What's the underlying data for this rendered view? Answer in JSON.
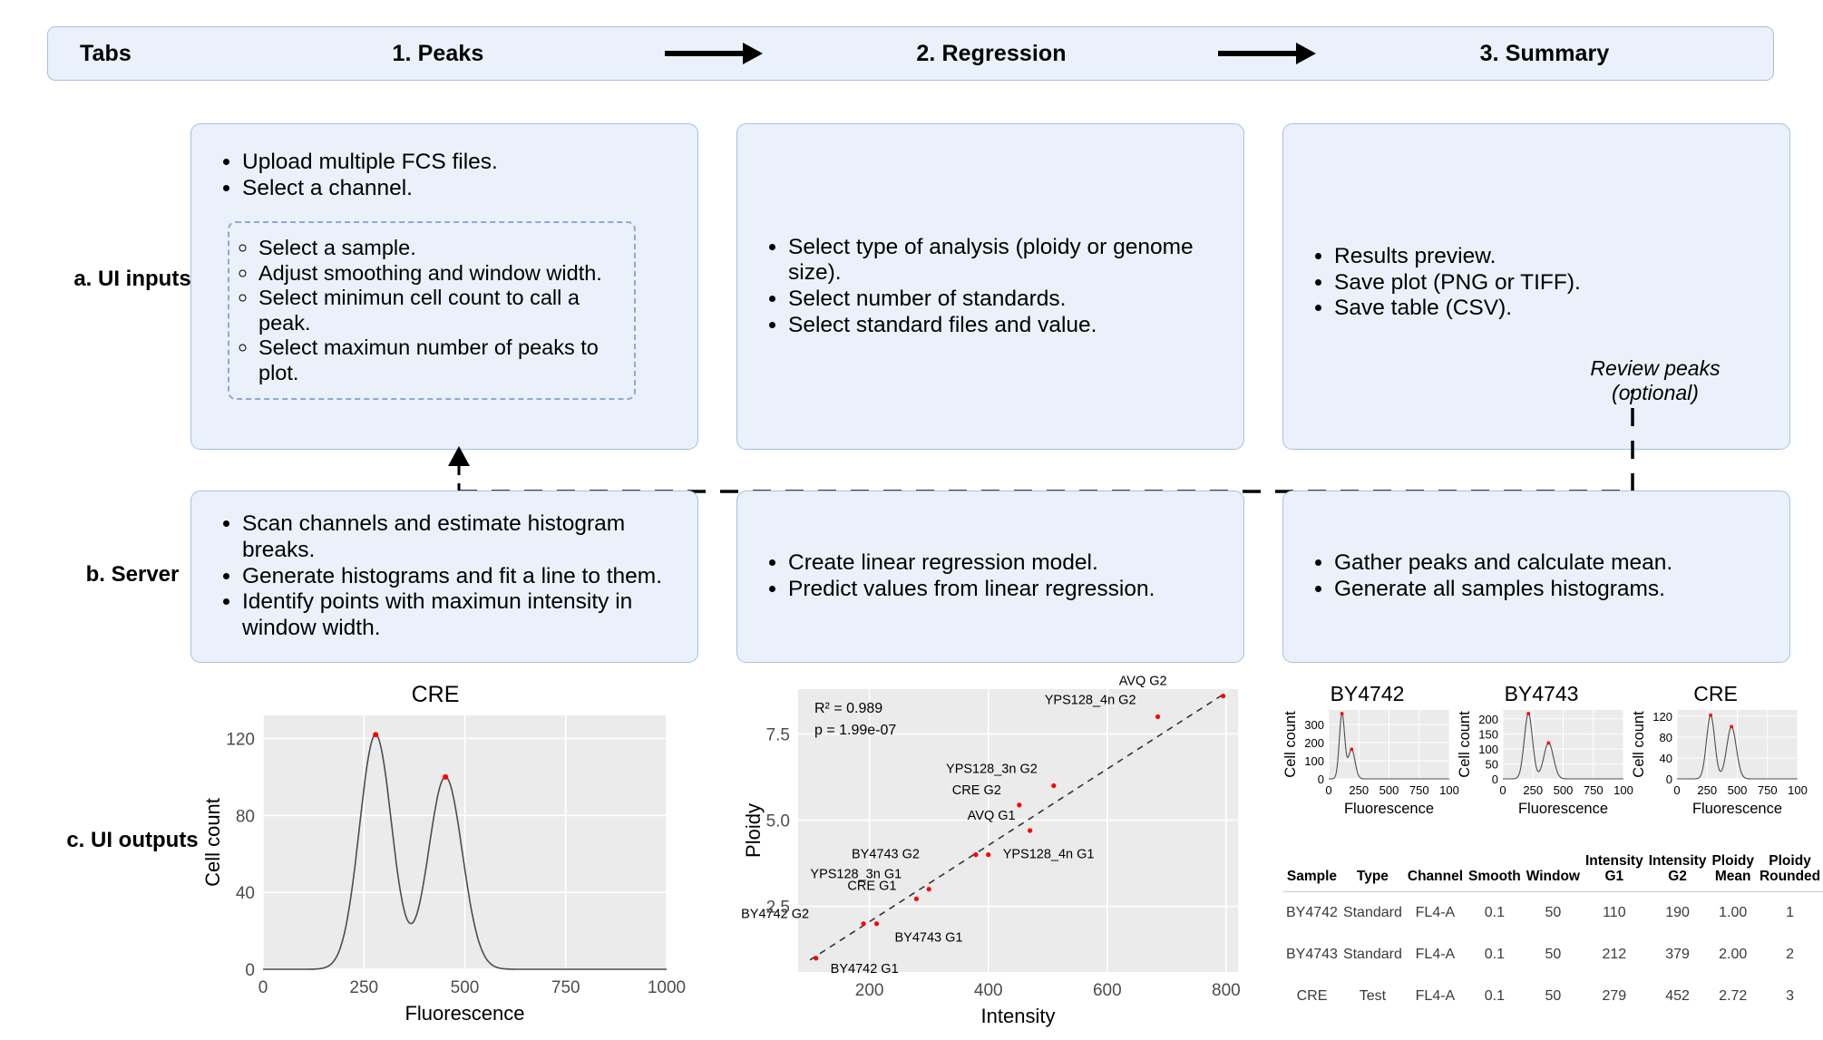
{
  "tabs": {
    "label": "Tabs",
    "steps": [
      "1. Peaks",
      "2. Regression",
      "3. Summary"
    ],
    "arrow_icon": "right-arrow-icon"
  },
  "rows": {
    "ui_inputs": "a. UI inputs",
    "server": "b. Server",
    "ui_outputs": "c. UI outputs"
  },
  "inputs": {
    "peaks": {
      "bullets": [
        "Upload multiple FCS files.",
        "Select a channel."
      ],
      "sub_bullets": [
        "Select a sample.",
        "Adjust smoothing and window width.",
        "Select minimun cell count to call a peak.",
        "Select maximun number of peaks to plot."
      ]
    },
    "regression": {
      "bullets": [
        "Select type of analysis (ploidy or genome size).",
        "Select number of standards.",
        "Select standard files and value."
      ]
    },
    "summary": {
      "bullets": [
        "Results preview.",
        "Save plot (PNG or TIFF).",
        "Save table (CSV)."
      ],
      "note": "Review peaks (optional)"
    }
  },
  "server": {
    "peaks": {
      "bullets": [
        "Scan channels and estimate histogram breaks.",
        "Generate histograms and fit a line to them.",
        "Identify points with maximun intensity in window width."
      ]
    },
    "regression": {
      "bullets": [
        "Create linear regression model.",
        "Predict values from linear regression."
      ]
    },
    "summary": {
      "bullets": [
        "Gather peaks and calculate mean.",
        "Generate all samples histograms."
      ]
    }
  },
  "chart_data": [
    {
      "id": "cre_histogram",
      "type": "line",
      "title": "CRE",
      "xlabel": "Fluorescence",
      "ylabel": "Cell count",
      "xticks": [
        0,
        250,
        500,
        750,
        1000
      ],
      "yticks": [
        0,
        40,
        80,
        120
      ],
      "xlim": [
        0,
        1000
      ],
      "ylim": [
        0,
        132
      ],
      "grid": true,
      "peaks": [
        {
          "x": 279,
          "y": 122
        },
        {
          "x": 452,
          "y": 100
        }
      ],
      "peak_marker_color": "#ff0000"
    },
    {
      "id": "regression_scatter",
      "type": "scatter",
      "title": "",
      "xlabel": "Intensity",
      "ylabel": "Ploidy",
      "xticks": [
        200,
        400,
        600,
        800
      ],
      "yticks": [
        2.5,
        5.0,
        7.5
      ],
      "xlim": [
        80,
        820
      ],
      "ylim": [
        0.6,
        8.8
      ],
      "grid": true,
      "annotations": [
        "R² = 0.989",
        "p = 1.99e-07"
      ],
      "fit_line": "dashed",
      "points": [
        {
          "label": "BY4742 G1",
          "x": 110,
          "y": 1.0
        },
        {
          "label": "BY4742 G2",
          "x": 190,
          "y": 2.0
        },
        {
          "label": "BY4743 G1",
          "x": 212,
          "y": 2.0
        },
        {
          "label": "BY4743 G2",
          "x": 379,
          "y": 4.0
        },
        {
          "label": "CRE G1",
          "x": 279,
          "y": 2.72
        },
        {
          "label": "CRE G2",
          "x": 452,
          "y": 5.44
        },
        {
          "label": "YPS128_3n G1",
          "x": 300,
          "y": 3.0
        },
        {
          "label": "YPS128_3n G2",
          "x": 510,
          "y": 6.0
        },
        {
          "label": "YPS128_4n G1",
          "x": 400,
          "y": 4.0
        },
        {
          "label": "YPS128_4n G2",
          "x": 685,
          "y": 8.0
        },
        {
          "label": "AVQ G1",
          "x": 470,
          "y": 4.7
        },
        {
          "label": "AVQ G2",
          "x": 795,
          "y": 8.6
        }
      ]
    },
    {
      "id": "mini_by4742",
      "type": "line",
      "title": "BY4742",
      "xlabel": "Fluorescence",
      "ylabel": "Cell count",
      "xticks": [
        0,
        250,
        500,
        750,
        1000
      ],
      "xtick_labels": [
        "0",
        "250",
        "500",
        "750",
        "100"
      ],
      "yticks": [
        0,
        100,
        200,
        300
      ],
      "xlim": [
        0,
        1000
      ],
      "ylim": [
        0,
        380
      ],
      "grid": true,
      "peaks": [
        {
          "x": 110,
          "y": 360
        },
        {
          "x": 190,
          "y": 163
        }
      ]
    },
    {
      "id": "mini_by4743",
      "type": "line",
      "title": "BY4743",
      "xlabel": "Fluorescence",
      "ylabel": "Cell count",
      "xticks": [
        0,
        250,
        500,
        750,
        1000
      ],
      "xtick_labels": [
        "0",
        "250",
        "500",
        "750",
        "100"
      ],
      "yticks": [
        0,
        50,
        100,
        150,
        200
      ],
      "xlim": [
        0,
        1000
      ],
      "ylim": [
        0,
        230
      ],
      "grid": true,
      "peaks": [
        {
          "x": 212,
          "y": 218
        },
        {
          "x": 379,
          "y": 120
        }
      ]
    },
    {
      "id": "mini_cre",
      "type": "line",
      "title": "CRE",
      "xlabel": "Fluorescence",
      "ylabel": "Cell count",
      "xticks": [
        0,
        250,
        500,
        750,
        1000
      ],
      "xtick_labels": [
        "0",
        "250",
        "500",
        "750",
        "100"
      ],
      "yticks": [
        0,
        40,
        80,
        120
      ],
      "xlim": [
        0,
        1000
      ],
      "ylim": [
        0,
        132
      ],
      "grid": true,
      "peaks": [
        {
          "x": 279,
          "y": 122
        },
        {
          "x": 452,
          "y": 100
        }
      ]
    }
  ],
  "table": {
    "columns": [
      "Sample",
      "Type",
      "Channel",
      "Smooth",
      "Window",
      "Intensity G1",
      "Intensity G2",
      "Ploidy Mean",
      "Ploidy Rounded"
    ],
    "column_lines": [
      [
        "Sample"
      ],
      [
        "Type"
      ],
      [
        "Channel"
      ],
      [
        "Smooth"
      ],
      [
        "Window"
      ],
      [
        "Intensity",
        "G1"
      ],
      [
        "Intensity",
        "G2"
      ],
      [
        "Ploidy",
        "Mean"
      ],
      [
        "Ploidy",
        "Rounded"
      ]
    ],
    "rows": [
      [
        "BY4742",
        "Standard",
        "FL4-A",
        "0.1",
        "50",
        "110",
        "190",
        "1.00",
        "1"
      ],
      [
        "BY4743",
        "Standard",
        "FL4-A",
        "0.1",
        "50",
        "212",
        "379",
        "2.00",
        "2"
      ],
      [
        "CRE",
        "Test",
        "FL4-A",
        "0.1",
        "50",
        "279",
        "452",
        "2.72",
        "3"
      ]
    ]
  },
  "colors": {
    "panel_fill": "#eaf1fa",
    "panel_border": "#a9bfdf",
    "dashed_border": "#8fa9d0",
    "plot_bg": "#ebebeb",
    "peak_marker": "#ff0000"
  }
}
